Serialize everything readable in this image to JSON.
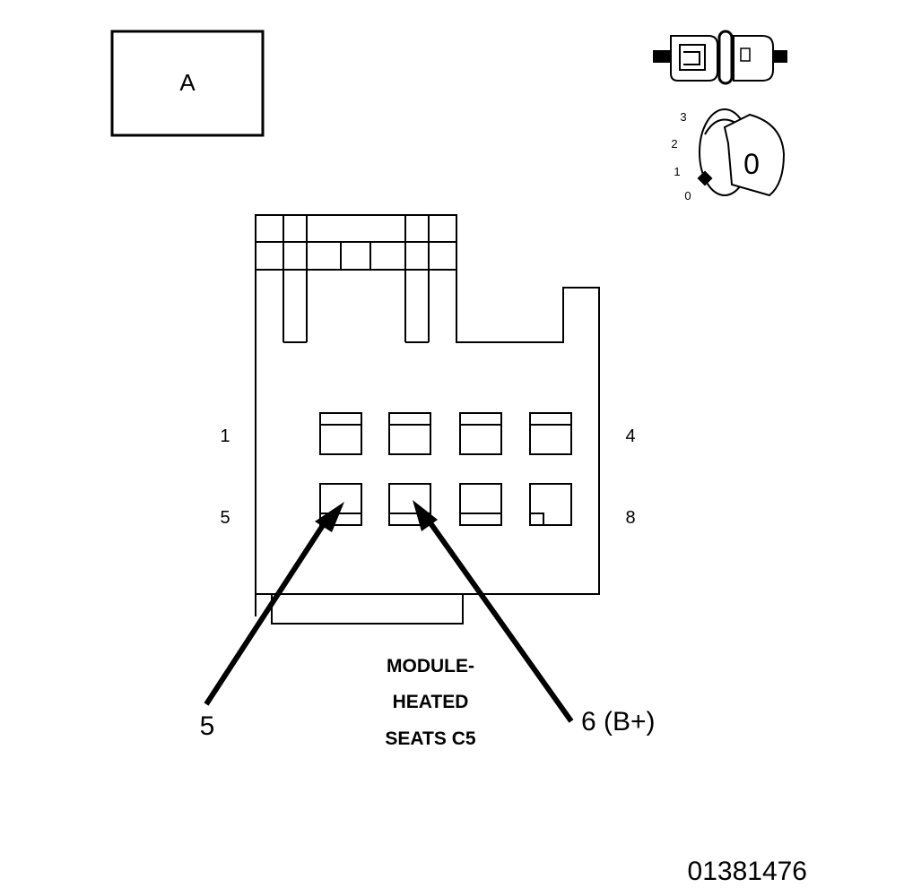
{
  "view_label": "A",
  "connector": {
    "name_lines": [
      "MODULE-",
      "HEATED",
      "SEATS C5"
    ],
    "pin_labels": {
      "top_left": "1",
      "top_right": "4",
      "bottom_left": "5",
      "bottom_right": "8"
    }
  },
  "callouts": [
    {
      "id": "pin5",
      "label": "5"
    },
    {
      "id": "pin6",
      "label": "6 (B+)"
    }
  ],
  "ignition_positions": [
    "3",
    "2",
    "1",
    "0"
  ],
  "key_label": "0",
  "figure_number": "01381476",
  "icons": [
    "connector-icon",
    "ignition-key-icon",
    "arrow-icon"
  ]
}
